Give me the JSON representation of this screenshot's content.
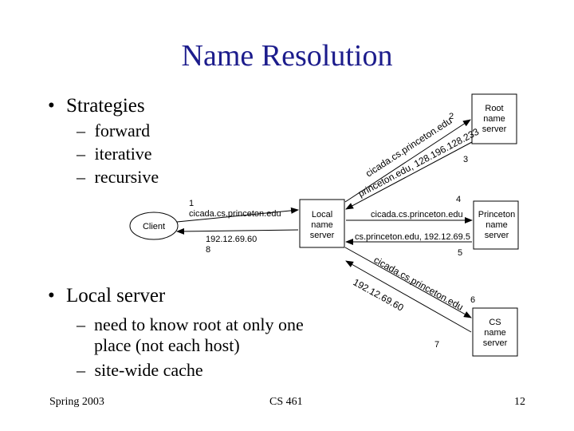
{
  "title": "Name Resolution",
  "strategies": {
    "heading": "Strategies",
    "items": [
      "forward",
      "iterative",
      "recursive"
    ]
  },
  "local_server_section": {
    "heading": "Local server",
    "items": [
      "need to know root at only one place (not each host)",
      "site-wide cache"
    ]
  },
  "diagram": {
    "nodes": {
      "client": "Client",
      "local_ns": [
        "Local",
        "name",
        "server"
      ],
      "root_ns": [
        "Root",
        "name",
        "server"
      ],
      "princeton_ns": [
        "Princeton",
        "name",
        "server"
      ],
      "cs_ns": [
        "CS",
        "name",
        "server"
      ]
    },
    "steps": {
      "s1_num": "1",
      "s1_query": "cicada.cs.princeton.edu",
      "s8_answer": "192.12.69.60",
      "s8_num": "8",
      "s2_num": "2",
      "s2_query": "cicada.cs.princeton.edu",
      "s3_answer": "princeton.edu, 128.196.128.233",
      "s3_num": "3",
      "s4_num": "4",
      "s4_query": "cicada.cs.princeton.edu",
      "s5_answer": "cs.princeton.edu, 192.12.69.5",
      "s5_num": "5",
      "s6_query": "cicada.cs.princeton.edu",
      "s6_num": "6",
      "s7_answer": "192.12.69.60",
      "s7_num": "7"
    }
  },
  "footer": {
    "left": "Spring 2003",
    "center": "CS 461",
    "page": "12"
  }
}
